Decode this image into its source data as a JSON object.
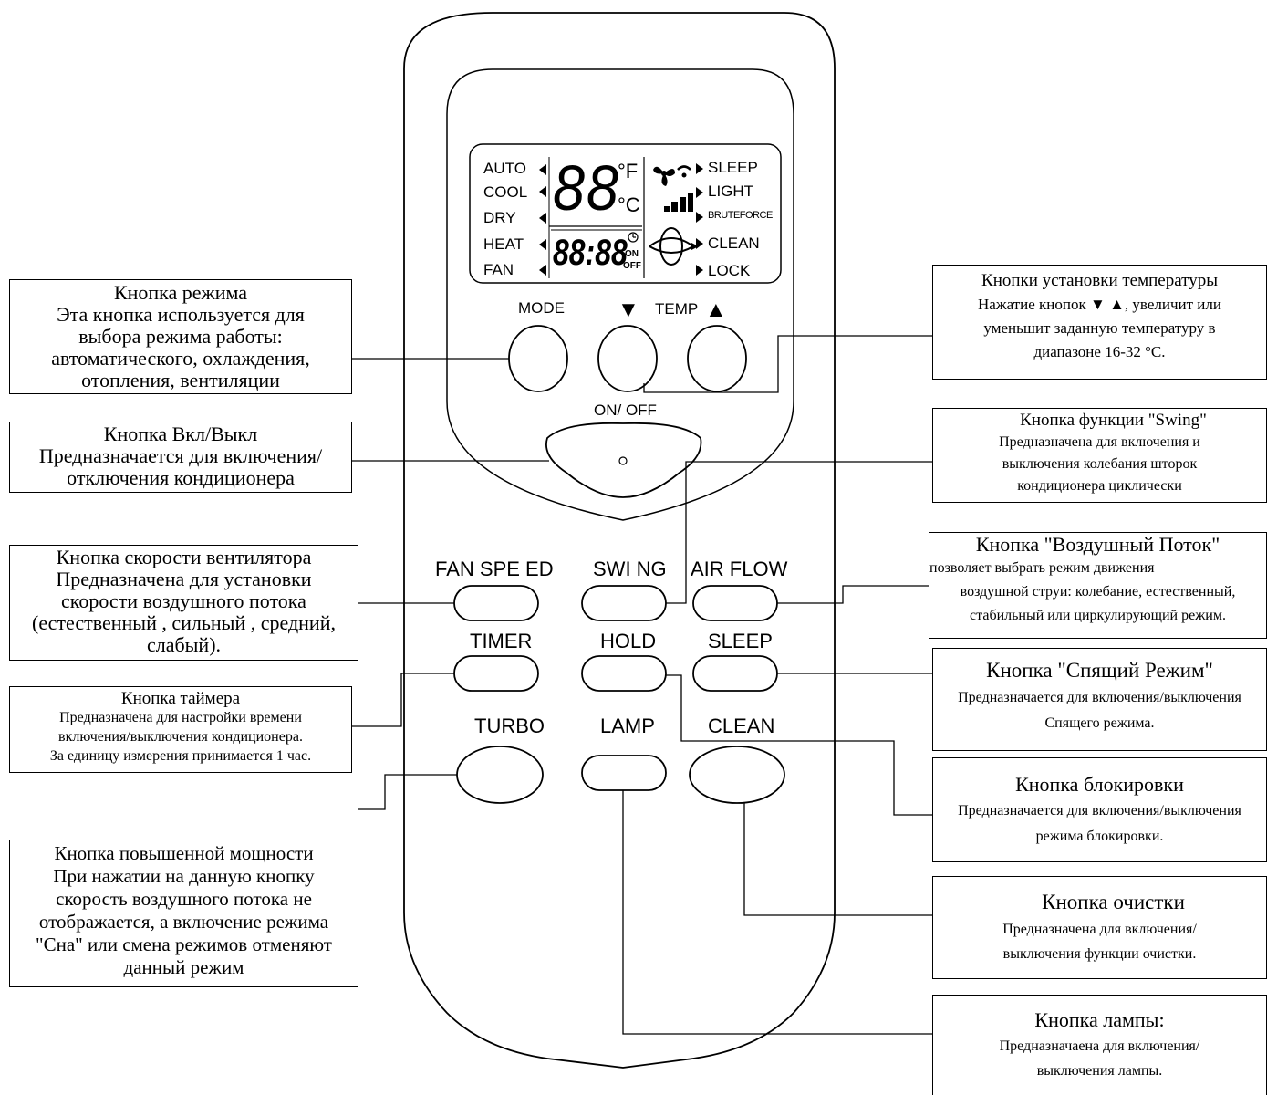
{
  "remote": {
    "lcd": {
      "left_modes": [
        "AUTO",
        "COOL",
        "DRY",
        "HEAT",
        "FAN"
      ],
      "right_modes": [
        "SLEEP",
        "LIGHT",
        "BRUTEFORCE",
        "CLEAN",
        "LOCK"
      ],
      "temp_digits": "88",
      "unit_f": "°F",
      "unit_c": "°C",
      "time_digits": "88:88",
      "timer_on": "ON",
      "timer_off": "OFF"
    },
    "buttons": {
      "mode": "MODE",
      "temp": "TEMP",
      "down_arrow": "▼",
      "up_arrow": "▲",
      "onoff": "ON/ OFF",
      "fan_speed": "FAN SPE ED",
      "swing": "SWI NG",
      "air_flow": "AIR FLOW",
      "timer": "TIMER",
      "hold": "HOLD",
      "sleep": "SLEEP",
      "turbo": "TURBO",
      "lamp": "LAMP",
      "clean": "CLEAN"
    }
  },
  "callouts": {
    "mode": [
      "Кнопка режима",
      "Эта кнопка используется для",
      "выбора режима работы:",
      "автоматического, охлаждения,",
      "отопления, вентиляции"
    ],
    "onoff": [
      "Кнопка  Вкл/Выкл",
      "Предназначается для включения/",
      "отключения кондиционера"
    ],
    "fan_speed": [
      "Кнопка скорости вентилятора",
      "Предназначена для установки",
      "скорости воздушного потока",
      "(естественный , сильный  , средний,",
      "слабый)."
    ],
    "timer": [
      "Кнопка таймера",
      "Предназначена для настройки времени",
      "включения/выключения кондиционера.",
      "За единицу измерения принимается 1 час."
    ],
    "turbo": [
      "Кнопка повышенной мощности",
      "При нажатии на данную кнопку",
      "скорость воздушного потока не",
      "отображается, а включение режима",
      "\"Сна\" или смена режимов отменяют",
      "данный режим"
    ],
    "temp": [
      "Кнопки установки температуры",
      "Нажатие кнопок ▼ ▲, увеличит или",
      "уменьшит заданную температуру в",
      "диапазоне 16-32 °С."
    ],
    "swing": [
      "Кнопка функции \"Swing\"",
      "Предназначена для включения и",
      "выключения колебания шторок",
      "кондиционера циклически"
    ],
    "air_flow": [
      "Кнопка \"Воздушный Поток\"",
      "позволяет выбрать режим движения",
      "воздушной струи: колебание, естественный,",
      "стабильный или циркулирующий режим."
    ],
    "sleep": [
      "Кнопка \"Спящий Режим\"",
      "Предназначается для включения/выключения",
      "Спящего режима."
    ],
    "lock": [
      "Кнопка блокировки",
      "Предназначается для включения/выключения",
      "режима блокировки."
    ],
    "clean": [
      "Кнопка очистки",
      "Предназначена для включения/",
      "выключения функции очистки."
    ],
    "lamp": [
      "Кнопка лампы:",
      "Предназначаена для включения/",
      "выключения лампы."
    ]
  }
}
